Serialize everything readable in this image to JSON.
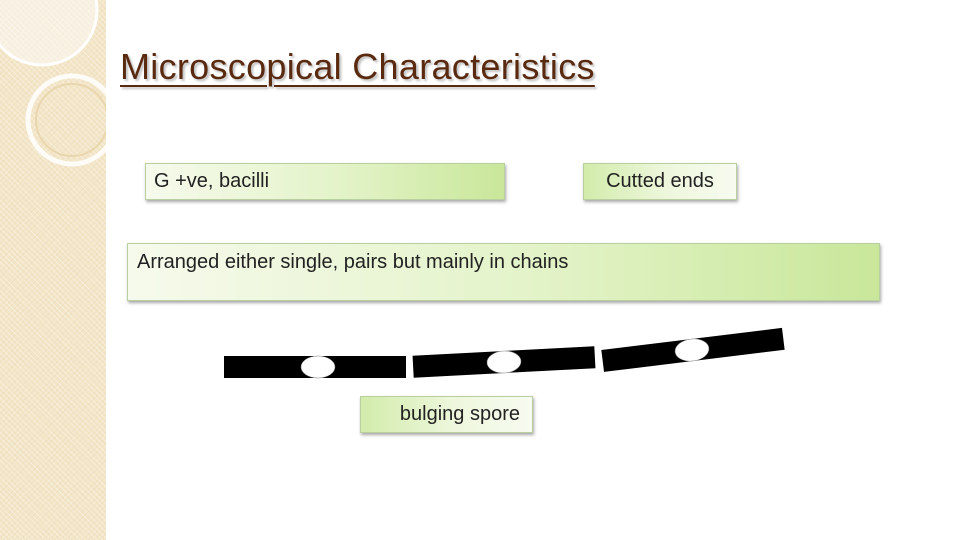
{
  "slide": {
    "title": "Microscopical Characteristics",
    "boxes": {
      "gram": "G +ve, bacilli",
      "ends": "Cutted ends",
      "arrangement": "Arranged either single, pairs but mainly in chains",
      "spore": "bulging spore"
    },
    "diagram": {
      "bacilli_count": 3,
      "bacillus_color": "#000000",
      "spore_color": "#ffffff"
    }
  }
}
